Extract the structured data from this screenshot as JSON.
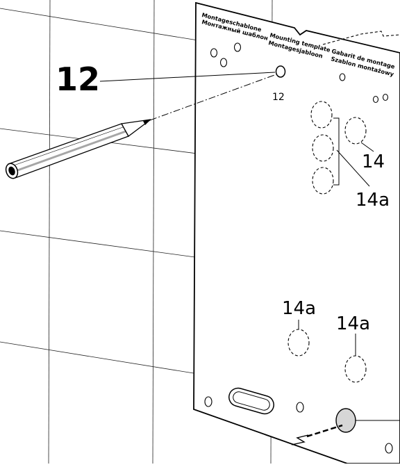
{
  "template": {
    "line1_de": "Montageschablone",
    "line1_en": "Mounting template",
    "line1_fr": "Gabarit de montage",
    "line2_ru": "Монтажный шаблон",
    "line2_nl": "Montagesjabloon",
    "line2_pl": "Szablon montażowy"
  },
  "callouts": {
    "main_12": "12",
    "hole_12": "12",
    "c14_right": "14",
    "c14a_upper": "14a",
    "c14a_lower_left": "14a",
    "c14a_lower_right": "14a"
  }
}
